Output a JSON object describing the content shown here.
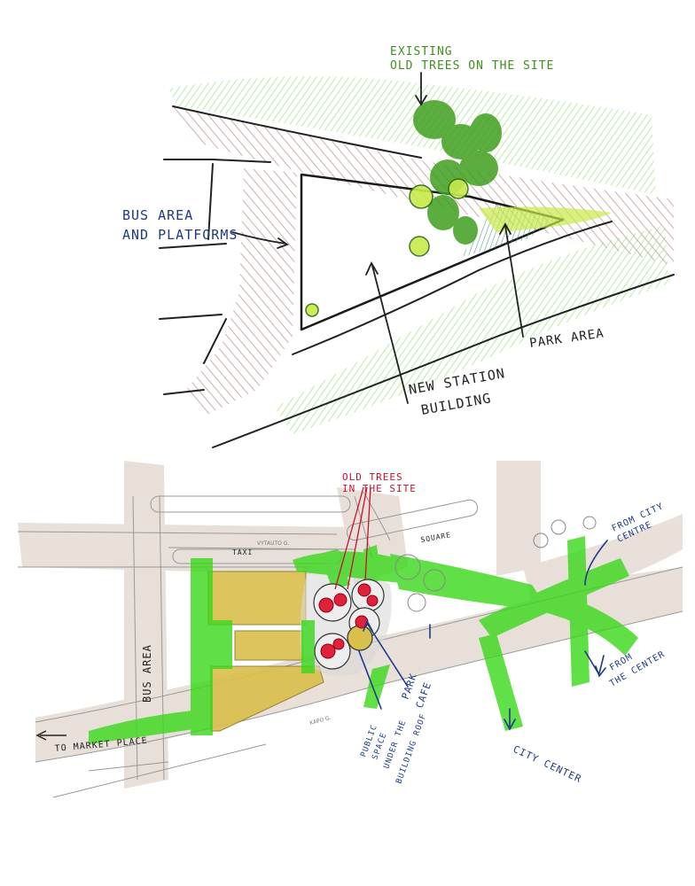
{
  "sketch_top": {
    "labels": {
      "existing_trees_1": "EXISTING",
      "existing_trees_2": "OLD TREES  ON THE SITE",
      "bus_area_1": "BUS AREA",
      "bus_area_2": "AND PLATFORMS",
      "park_area": "PARK AREA",
      "station_1": "NEW STATION",
      "station_2": "BUILDING"
    }
  },
  "sketch_bottom": {
    "labels": {
      "old_trees_1": "OLD TREES",
      "old_trees_2": "IN THE SITE",
      "street_top": "VYTAUTO G.",
      "taxi": "TAXI",
      "square": "SQUARE",
      "street_bottom": "KAPO G.",
      "from_city_1": "FROM CITY",
      "from_city_2": "CENTRE",
      "from_the_1": "FROM",
      "from_the_2": "THE CENTER",
      "bus_area": "BUS AREA",
      "to_market": "TO MARKET PLACE",
      "park_1": "PARK",
      "park_2": "CAFE",
      "public_1": "PUBLIC",
      "public_2": "SPACE",
      "public_3": "UNDER THE",
      "public_4": "BUILDING ROOF",
      "city_center": "CITY CENTER"
    }
  },
  "colors": {
    "ink_black": "#222222",
    "ink_blue": "#1d3a8a",
    "ink_red": "#c8102e",
    "tree_green": "#3f9f1f",
    "park_lime": "#b8e04a",
    "hatch_mauve": "#a86a6a",
    "grass_green": "#7ed957",
    "path_green": "#39d81a",
    "building_yellow": "#d9bf4c",
    "road_beige": "#e4dbd2"
  }
}
